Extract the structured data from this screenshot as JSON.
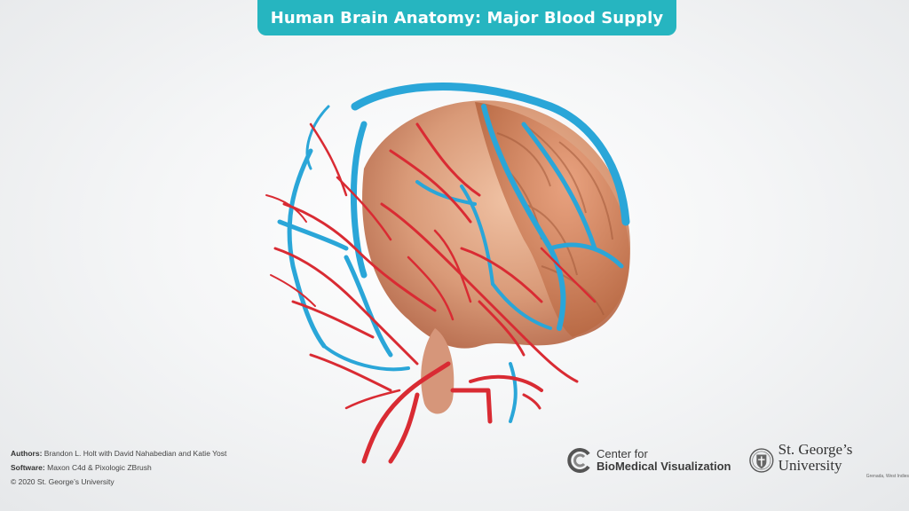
{
  "title": "Human Brain Anatomy: Major Blood Supply",
  "credits": {
    "authors_label": "Authors:",
    "authors": "Brandon L. Holt with David Nahabedian and Katie Yost",
    "software_label": "Software:",
    "software": "Maxon C4d & Pixologic ZBrush",
    "copyright": "© 2020 St. George’s University"
  },
  "logos": {
    "cbv_line1": "Center for",
    "cbv_line2": "BioMedical Visualization",
    "sgu_name": "St. George’s University",
    "sgu_sub": "Grenada, West Indies"
  },
  "colors": {
    "banner": "#26b5c0",
    "artery": "#d92b33",
    "vein": "#2aa6d8",
    "brain": "#d99a78"
  }
}
